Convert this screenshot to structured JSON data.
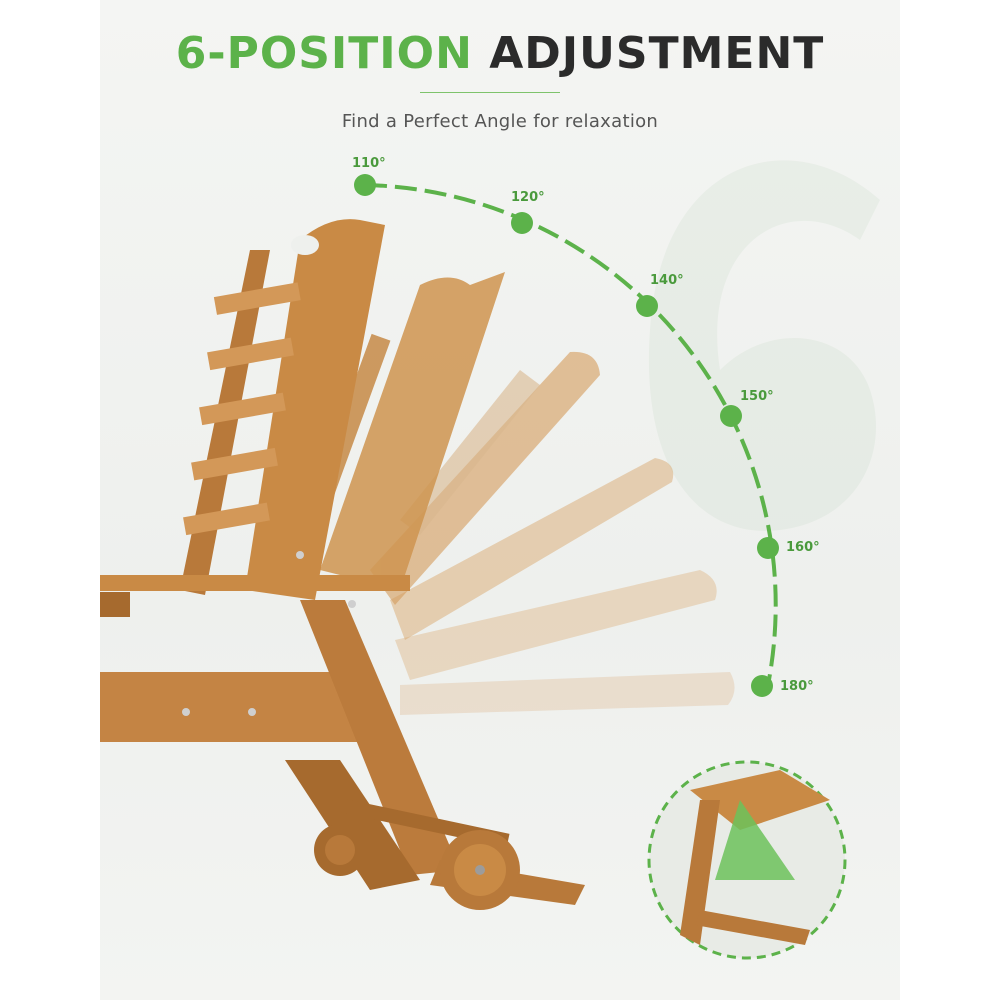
{
  "header": {
    "title_accent": "6-POSITION",
    "title_rest": "ADJUSTMENT",
    "subtitle": "Find a Perfect Angle for relaxation"
  },
  "angles": [
    {
      "label": "110°"
    },
    {
      "label": "120°"
    },
    {
      "label": "140°"
    },
    {
      "label": "150°"
    },
    {
      "label": "160°"
    },
    {
      "label": "180°"
    }
  ],
  "colors": {
    "accent_green": "#5cb24a",
    "title_dark": "#2b2b2b",
    "wood": "#c98a45",
    "wood_dark": "#a66a2e",
    "background": "#eef0ed"
  },
  "icons": {
    "big_numeral": "six-watermark",
    "detail": "support-bracket-zoom"
  }
}
